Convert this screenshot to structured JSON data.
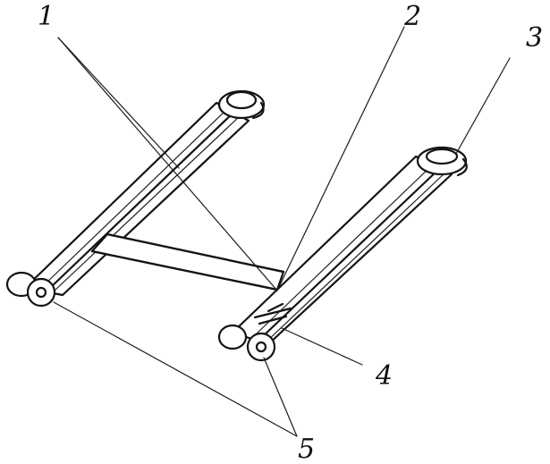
{
  "labels": {
    "l1": "1",
    "l2": "2",
    "l3": "3",
    "l4": "4",
    "l5": "5"
  },
  "colors": {
    "ink": "#141414",
    "paper": "#ffffff"
  }
}
